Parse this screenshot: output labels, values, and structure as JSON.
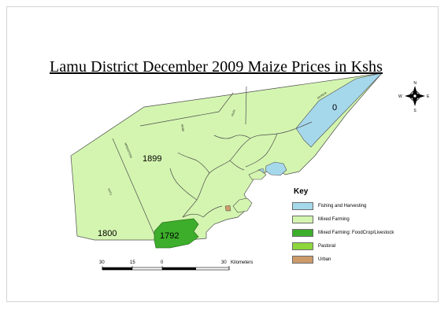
{
  "map": {
    "title": "Lamu District December 2009 Maize Prices in Kshs",
    "price_labels": {
      "fishing_east": "0",
      "mixed_central": "1899",
      "mixed_southwest": "1800",
      "foodcrop_south": "1792"
    },
    "division_labels": {
      "kiunga": "KIUNGA",
      "faza": "FAZA",
      "hindi": "HINDI",
      "mpeketoni": "MPEKETONI",
      "witu": "WITU"
    },
    "colors": {
      "fishing": "#a6d8ec",
      "mixed_farming": "#d4f5b0",
      "foodcrop_livestock": "#3dae2b",
      "pastoral": "#8dd63c",
      "urban": "#cd9a6a",
      "boundary": "#4d4d4d"
    }
  },
  "legend": {
    "title": "Key",
    "items": [
      {
        "label": "Fishing and Harvesting",
        "color": "#a6d8ec"
      },
      {
        "label": "Mixed Farming",
        "color": "#d4f5b0"
      },
      {
        "label": "Mixed Farming: FoodCrop/Livestock",
        "color": "#3dae2b"
      },
      {
        "label": "Pastoral",
        "color": "#8dd63c"
      },
      {
        "label": "Urban",
        "color": "#cd9a6a"
      }
    ]
  },
  "scale_bar": {
    "ticks": [
      "30",
      "15",
      "0",
      "30"
    ],
    "unit": "Kilometers"
  },
  "north_arrow": {
    "icon": "north-arrow-icon",
    "n": "N",
    "s": "S",
    "e": "E",
    "w": "W"
  }
}
